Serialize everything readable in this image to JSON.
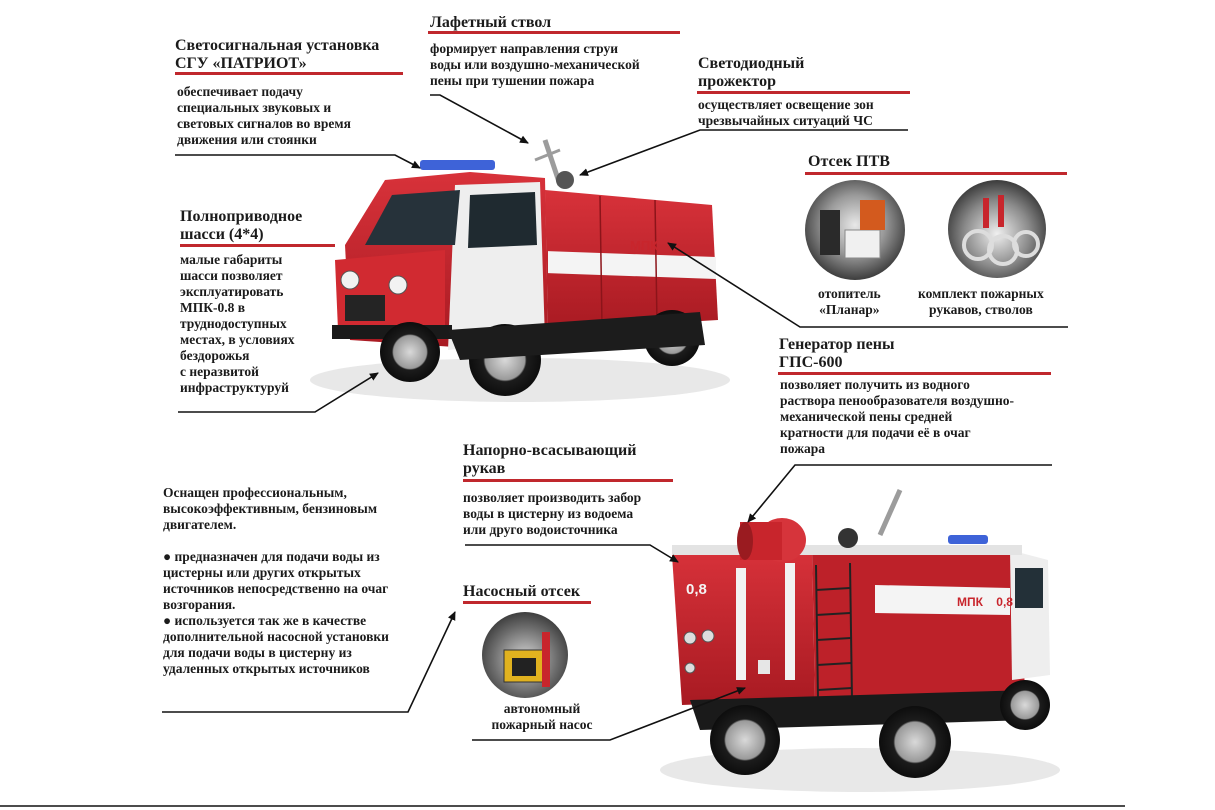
{
  "colors": {
    "accent_line": "#c0282d",
    "truck_red": "#c8252c",
    "dark": "#111111"
  },
  "sgu": {
    "title_line1": "Светосигнальная  установка",
    "title_line2": "СГУ «ПАТРИОТ»",
    "desc": [
      "обеспечивает подачу",
      "специальных звуковых и",
      "световых сигналов во время",
      "движения или стоянки"
    ]
  },
  "lafet": {
    "title": "Лафетный ствол",
    "desc": [
      "формирует направления струи",
      "воды или воздушно-механической",
      "пены при тушении пожара"
    ]
  },
  "projector": {
    "title_line1": "Светодиодный",
    "title_line2": "прожектор",
    "desc": [
      "осуществляет освещение зон",
      "чрезвычайных ситуаций ЧС"
    ]
  },
  "ptv": {
    "title": "Отсек ПТВ",
    "item1": [
      "отопитель",
      "«Планар»"
    ],
    "item2": [
      "комплект пожарных",
      "рукавов, стволов"
    ]
  },
  "chassis": {
    "title_line1": "Полноприводное",
    "title_line2": "шасси (4*4)",
    "desc": [
      "малые габариты",
      "шасси позволяет",
      "эксплуатировать",
      "МПК-0.8 в",
      "труднодоступных",
      "местах, в условиях",
      "бездорожья",
      "с неразвитой",
      "инфраструктуруй"
    ]
  },
  "gps": {
    "title_line1": "Генератор пены",
    "title_line2": "ГПС-600",
    "desc": [
      "позволяет получить из водного",
      "раствора пенообразователя воздушно-",
      "механической пены средней",
      "кратности для подачи её в очаг",
      "пожара"
    ]
  },
  "hose": {
    "title_line1": "Напорно-всасывающий",
    "title_line2": "рукав",
    "desc": [
      "позволяет производить забор",
      "воды в цистерну из водоема",
      "или друго водоисточника"
    ]
  },
  "engine": {
    "lines": [
      "Оснащен профессиональным,",
      "высокоэффективным, бензиновым",
      "двигателем.",
      "",
      "● предназначен для подачи воды из",
      "цистерны или других открытых",
      "источников непосредственно на очаг",
      "возгорания.",
      "● используется так же в качестве",
      "дополнительной насосной установки",
      "для подачи воды в цистерну из",
      "удаленных открытых источников"
    ]
  },
  "pump": {
    "title": "Насосный отсек",
    "caption": [
      "автономный",
      "пожарный насос"
    ]
  },
  "truck_markings": {
    "front_side": "МПК",
    "rear_number": "0,8",
    "rear_side": "МПК    0,8"
  }
}
